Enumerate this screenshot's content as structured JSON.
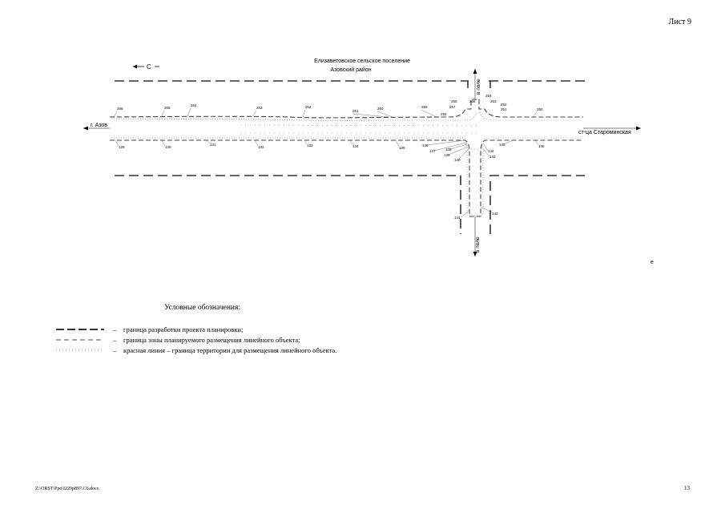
{
  "header": {
    "sheet": "Лист 9"
  },
  "plan": {
    "north_marker": "С",
    "settlement": "Елизаветовское сельское поселение",
    "district": "Азовский район",
    "road_west": "г. Азов",
    "road_east": "ст-ца Староминская",
    "field_north": "в поле",
    "field_south": "в поле",
    "stray_mark": "е",
    "labels_top": [
      "266",
      "265",
      "264",
      "263",
      "262",
      "261",
      "260",
      "259",
      "258",
      "255",
      "257",
      "256",
      "254",
      "253",
      "252",
      "251",
      "250"
    ],
    "labels_bottom": [
      "129",
      "130",
      "131",
      "132",
      "133",
      "134",
      "135",
      "136",
      "137",
      "138",
      "139",
      "140",
      "145",
      "144",
      "143",
      "146",
      "141",
      "142"
    ]
  },
  "legend": {
    "title": "Условные обозначения:",
    "items": [
      {
        "dash": "–",
        "text": "граница разработки проекта планировки;"
      },
      {
        "dash": "–",
        "text": "граница зоны планируемого размещения линейного объекта;"
      },
      {
        "dash": "–",
        "text": "красная линия – граница территории для размещения линейного объекта."
      }
    ]
  },
  "footer": {
    "path": "Z:\\ORST\\Ppo\\I229p897.С6.docx",
    "page": "13"
  }
}
